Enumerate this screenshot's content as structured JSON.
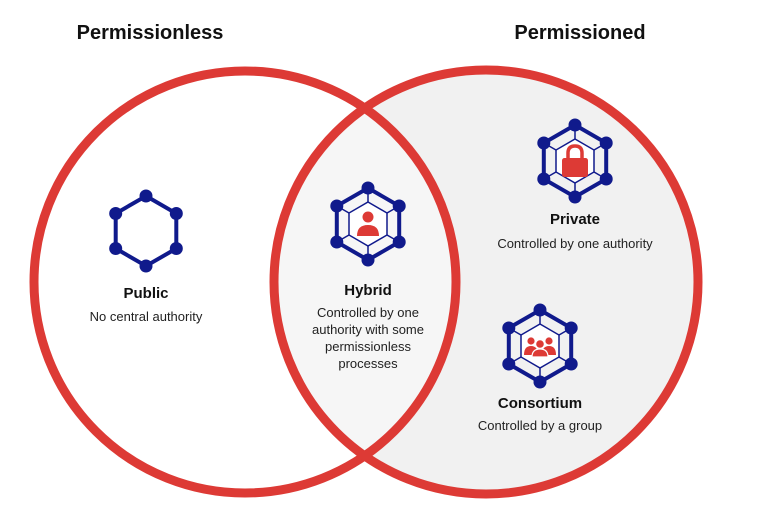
{
  "headings": {
    "left": "Permissionless",
    "right": "Permissioned"
  },
  "items": {
    "public": {
      "label": "Public",
      "desc": "No central authority",
      "icon": "hexagon-network-icon"
    },
    "hybrid": {
      "label": "Hybrid",
      "desc_lines": [
        "Controlled by one",
        "authority with some",
        "permissionless",
        "processes"
      ],
      "icon": "user-hexagon-network-icon"
    },
    "private": {
      "label": "Private",
      "desc": "Controlled by one authority",
      "icon": "lock-hexagon-network-icon"
    },
    "consortium": {
      "label": "Consortium",
      "desc": "Controlled by a group",
      "icon": "group-hexagon-network-icon"
    }
  },
  "colors": {
    "circle_stroke": "#dd3a35",
    "intersection_fill": "#f6f6f6",
    "right_fill": "#f1f1f1",
    "node": "#101a8c",
    "accent_icon": "#dd3a35"
  }
}
